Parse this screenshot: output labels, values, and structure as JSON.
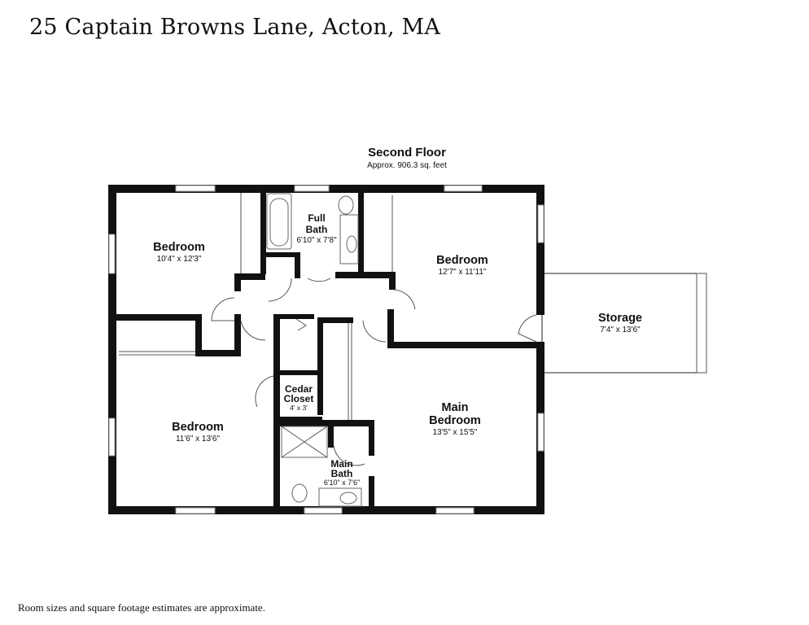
{
  "title": "25 Captain Browns Lane, Acton, MA",
  "floor": {
    "name": "Second Floor",
    "area": "Approx. 906.3 sq. feet"
  },
  "rooms": {
    "bedroom_nw": {
      "name": "Bedroom",
      "dims": "10'4\" x 12'3\""
    },
    "full_bath": {
      "name_line1": "Full",
      "name_line2": "Bath",
      "dims": "6'10\" x 7'8\""
    },
    "bedroom_ne": {
      "name": "Bedroom",
      "dims": "12'7\" x 11'11\""
    },
    "storage": {
      "name": "Storage",
      "dims": "7'4\" x 13'6\""
    },
    "cedar_closet": {
      "name_line1": "Cedar",
      "name_line2": "Closet",
      "dims": "4' x 3'"
    },
    "main_bedroom": {
      "name_line1": "Main",
      "name_line2": "Bedroom",
      "dims": "13'5\" x 15'5\""
    },
    "bedroom_sw": {
      "name": "Bedroom",
      "dims": "11'6\" x 13'6\""
    },
    "main_bath": {
      "name_line1": "Main",
      "name_line2": "Bath",
      "dims": "6'10\" x 7'6\""
    }
  },
  "footer": "Room sizes and square footage estimates are approximate."
}
